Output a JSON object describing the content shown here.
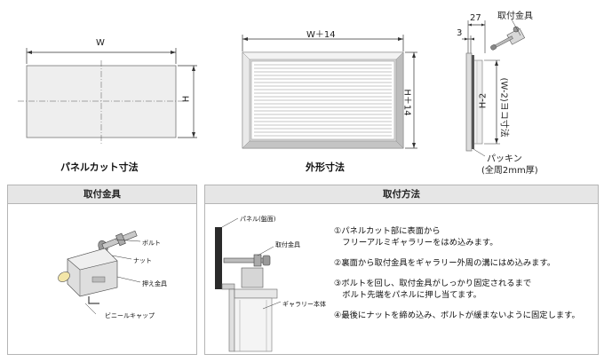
{
  "top": {
    "panel_cut": {
      "width_label": "W",
      "height_label": "H",
      "caption": "パネルカット寸法"
    },
    "outer": {
      "width_label": "W＋14",
      "height_label": "H＋14",
      "caption": "外形寸法"
    },
    "side": {
      "dim_27": "27",
      "dim_3": "3",
      "bracket_label": "取付金具",
      "h_label": "H-2",
      "w_label": "(W-2)ヨコ寸法",
      "packing_label": "パッキン",
      "packing_note": "(全周2mm厚)"
    }
  },
  "bracket_panel": {
    "title": "取付金具",
    "bolt": "ボルト",
    "nut": "ナット",
    "presser": "押え金具",
    "vinyl_cap": "ビニールキャップ"
  },
  "method_panel": {
    "title": "取付方法",
    "panel_label": "パネル(盤面)",
    "bracket_label": "取付金具",
    "body_label": "ギャラリー本体",
    "steps": [
      "①パネルカット部に表面から",
      "　フリーアルミギャラリーをはめ込みます。",
      "②裏面から取付金具をギャラリー外周の溝にはめ込みます。",
      "③ボルトを回し、取付金具がしっかり固定されるまで",
      "　ボルト先端をパネルに押し当てます。",
      "④最後にナットを締め込み、ボルトが緩まないように固定します。"
    ]
  }
}
